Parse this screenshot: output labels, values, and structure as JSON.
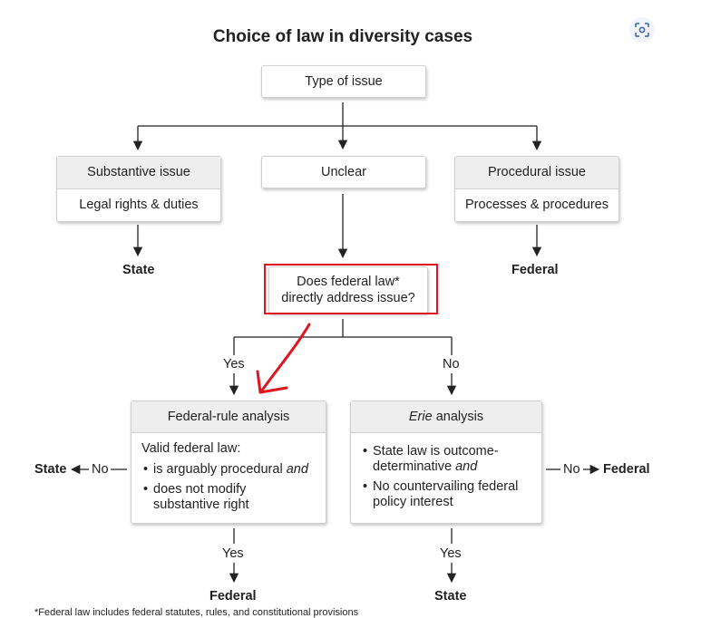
{
  "title": "Choice of law in diversity cases",
  "nodes": {
    "type_of_issue": "Type of issue",
    "substantive": {
      "header": "Substantive issue",
      "body": "Legal rights & duties"
    },
    "unclear": "Unclear",
    "procedural": {
      "header": "Procedural issue",
      "body": "Processes & procedures"
    },
    "state_result_left": "State",
    "federal_result_right": "Federal",
    "question_line1": "Does federal law*",
    "question_line2": "directly address issue?",
    "yes_left": "Yes",
    "no_right": "No",
    "federal_rule": {
      "header": "Federal-rule analysis",
      "intro": "Valid federal law:",
      "bullet1_text": "is arguably procedural ",
      "bullet1_em": "and",
      "bullet2_line1": "does not modify",
      "bullet2_line2": "substantive right"
    },
    "erie": {
      "header_em": "Erie",
      "header_rest": " analysis",
      "bullet1_line1": "State law is outcome-",
      "bullet1_line2_text": "determinative ",
      "bullet1_line2_em": "and",
      "bullet2_line1": "No countervailing federal",
      "bullet2_line2": "policy interest"
    },
    "left_exit": {
      "state": "State",
      "no": "No"
    },
    "right_exit": {
      "no": "No",
      "federal": "Federal"
    },
    "bottom_left": {
      "yes": "Yes",
      "result": "Federal"
    },
    "bottom_right": {
      "yes": "Yes",
      "result": "State"
    }
  },
  "footnote": "*Federal law includes federal statutes, rules, and constitutional provisions",
  "icons": {
    "corner": "scan-icon"
  },
  "colors": {
    "annotation": "#e0141e",
    "line": "#222222",
    "header_bg": "#eeeeee"
  }
}
